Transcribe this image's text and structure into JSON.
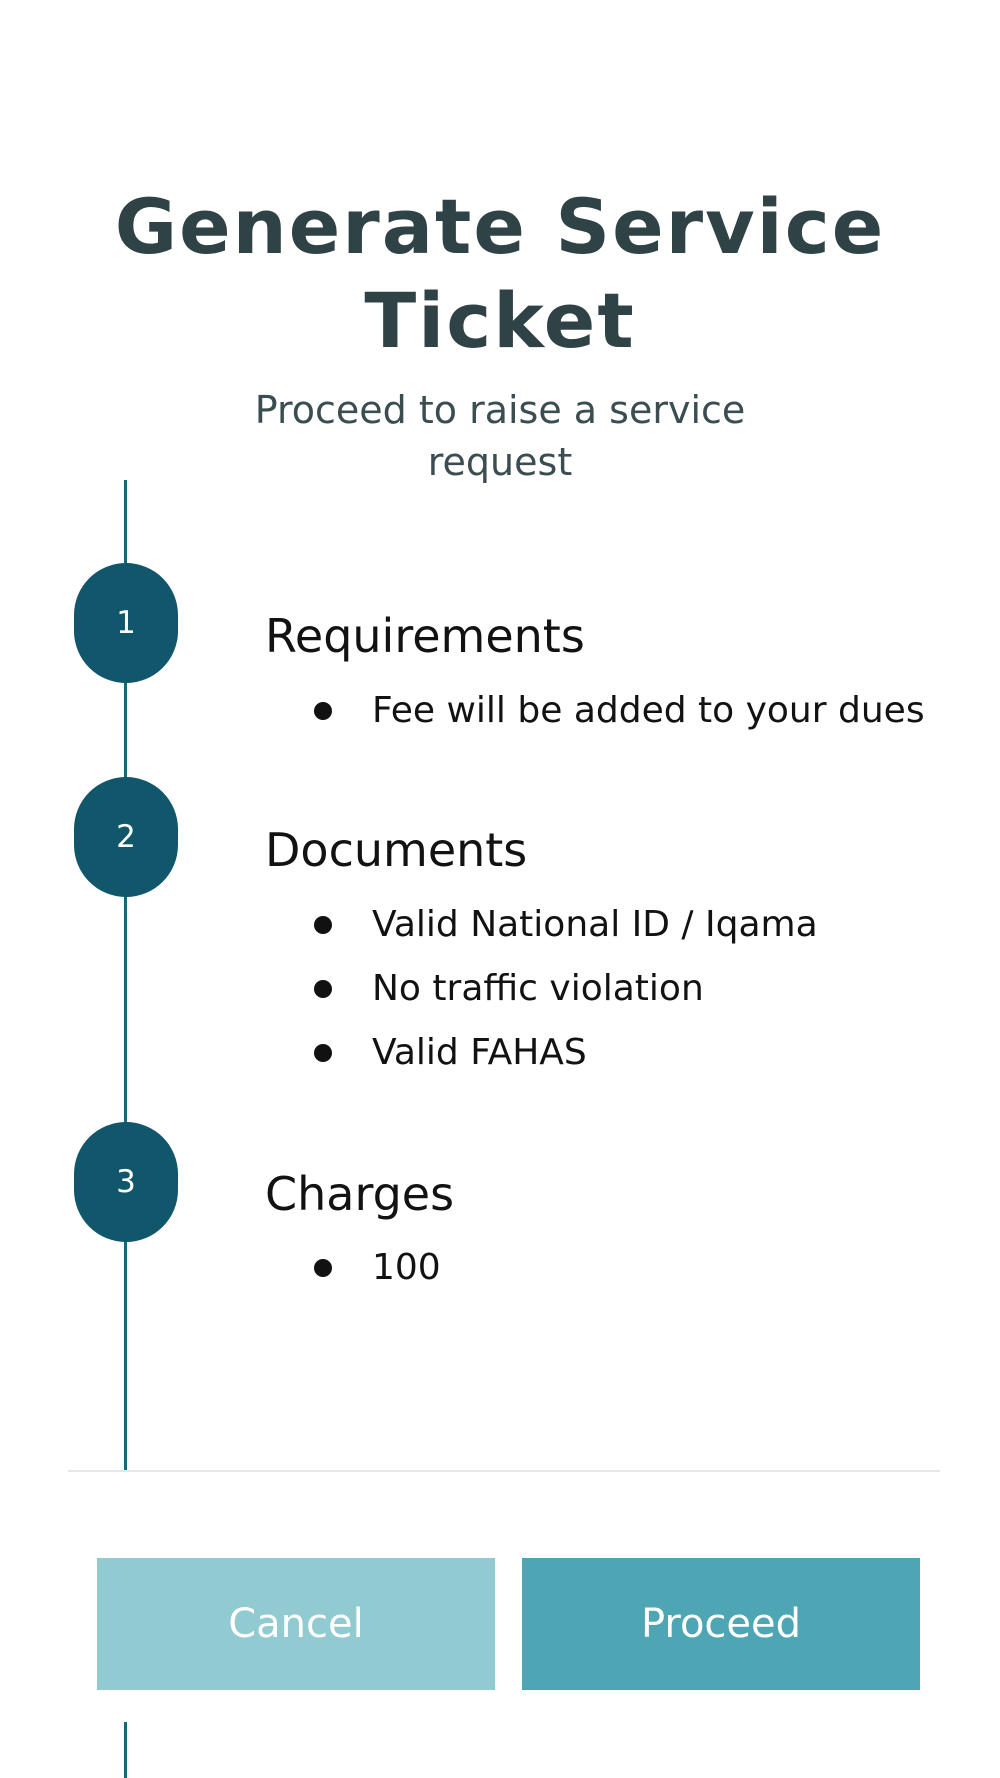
{
  "header": {
    "title_line1": "Generate Service",
    "title_line2": "Ticket",
    "subtitle_line1": "Proceed to raise a service",
    "subtitle_line2": "request"
  },
  "steps": [
    {
      "number": "1",
      "heading": "Requirements",
      "items": [
        "Fee will be added to your dues"
      ]
    },
    {
      "number": "2",
      "heading": "Documents",
      "items": [
        "Valid National ID / Iqama",
        "No traffic violation",
        "Valid FAHAS"
      ]
    },
    {
      "number": "3",
      "heading": "Charges",
      "items": [
        "100"
      ]
    }
  ],
  "actions": {
    "cancel_label": "Cancel",
    "proceed_label": "Proceed"
  },
  "colors": {
    "title": "#2f4246",
    "timeline": "#19677a",
    "step_badge": "#11566a",
    "cancel_button": "#92cad1",
    "proceed_button": "#4ea5b3"
  }
}
